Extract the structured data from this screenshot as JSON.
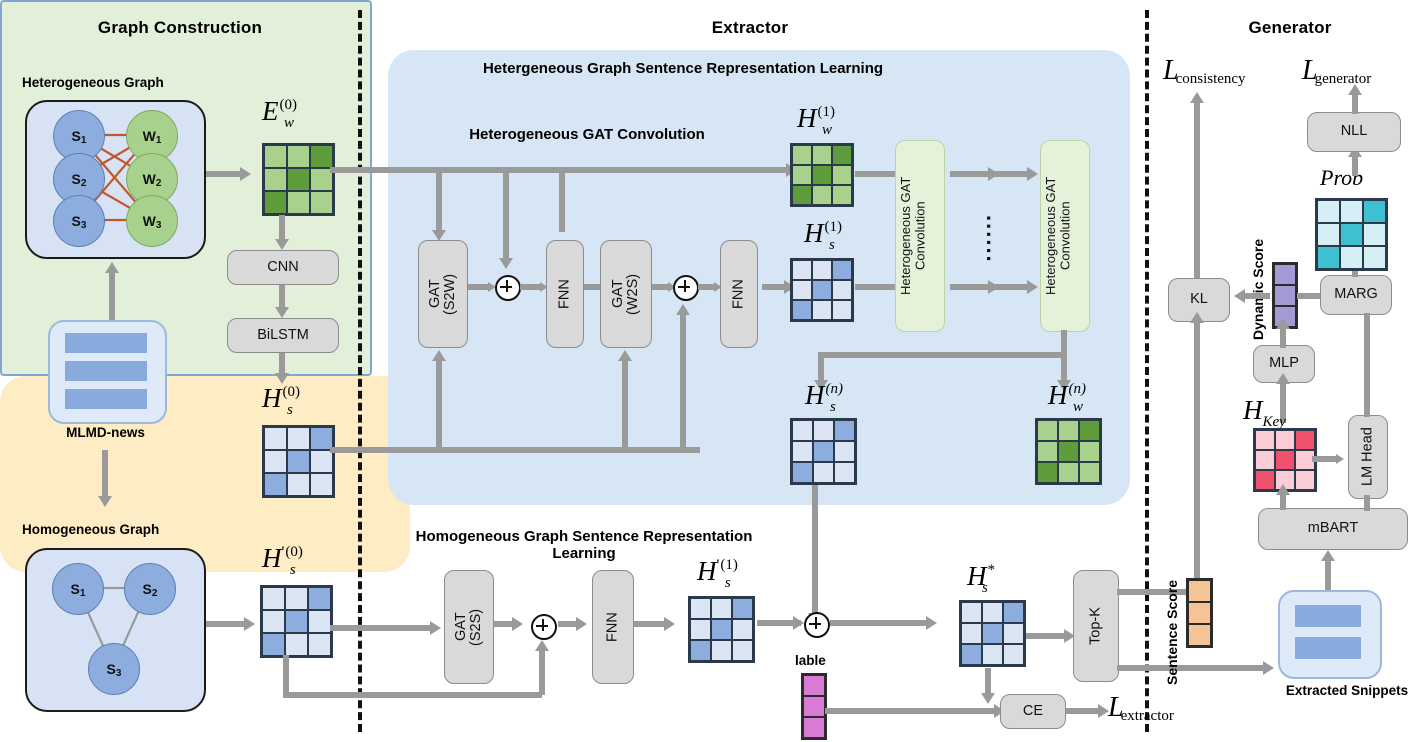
{
  "sections": {
    "graph_construction": "Graph Construction",
    "extractor": "Extractor",
    "generator": "Generator"
  },
  "graph_construction": {
    "heterogeneous_graph_label": "Heterogeneous Graph",
    "homogeneous_graph_label": "Homogeneous Graph",
    "dataset_label": "MLMD-news",
    "sentence_nodes": [
      "S1",
      "S2",
      "S3"
    ],
    "word_nodes": [
      "W1",
      "W2",
      "W3"
    ],
    "homo_nodes": [
      "S1",
      "S2",
      "S3"
    ],
    "cnn_box": "CNN",
    "bilstm_box": "BiLSTM",
    "matrix_Ew0": {
      "base": "E",
      "sub": "w",
      "sup": "(0)"
    },
    "matrix_Hs0": {
      "base": "H",
      "sub": "s",
      "sup": "(0)"
    },
    "matrix_Hs0_prime": {
      "base": "H",
      "sub": "s",
      "sup": "(0)",
      "prime": "'"
    }
  },
  "extractor": {
    "hetero_panel_title": "Hetergeneous Graph Sentence  Representation Learning",
    "hetero_gat_conv_title": "Heterogeneous GAT Convolution",
    "homo_panel_title": "Homogeneous Graph Sentence  Representation Learning",
    "boxes": {
      "gat_s2w": "GAT\n(S2W)",
      "gat_s2w_line1": "GAT",
      "gat_s2w_line2": "(S2W)",
      "fnn": "FNN",
      "gat_w2s_line1": "GAT",
      "gat_w2s_line2": "(W2S)",
      "gat_s2s_line1": "GAT",
      "gat_s2s_line2": "(S2S)",
      "hetero_gat_conv_stack": "Heterogeneous GAT Convolution",
      "topk": "Top-K",
      "ce": "CE"
    },
    "ellipsis": "......",
    "label_vector_caption": "lable",
    "matrices": {
      "Hw1": {
        "base": "H",
        "sub": "w",
        "sup": "(1)"
      },
      "Hs1": {
        "base": "H",
        "sub": "s",
        "sup": "(1)"
      },
      "Hsn": {
        "base": "H",
        "sub": "s",
        "sup": "(n)"
      },
      "Hwn": {
        "base": "H",
        "sub": "w",
        "sup": "(n)"
      },
      "Hs1_prime": {
        "base": "H",
        "sub": "s",
        "sup": "(1)",
        "prime": "'"
      },
      "Hs_star": {
        "base": "H",
        "sub": "s",
        "sup": "*"
      }
    },
    "loss_extractor": {
      "cal": "L",
      "sub": "extractor"
    }
  },
  "generator": {
    "boxes": {
      "kl": "KL",
      "mlp": "MLP",
      "marg": "MARG",
      "nll": "NLL",
      "lm_head": "LM Head",
      "mbart": "mBART"
    },
    "dynamic_score_label": "Dynamic Score",
    "sentence_score_label": "Sentence Score",
    "extracted_snippets_label": "Extracted Snippets",
    "prob_label": "Prob",
    "h_key_label": {
      "base": "H",
      "sub": "Key"
    },
    "loss_consistency": {
      "cal": "L",
      "sub": "consistency"
    },
    "loss_generator": {
      "cal": "L",
      "sub": "generator"
    }
  },
  "colors": {
    "green_light": "#a9d18e",
    "green_dark": "#5e9c3c",
    "blue_light": "#dbe5f3",
    "blue_mid": "#8cadde",
    "panel_blue": "#d7e6f5",
    "panel_green": "#e2efd9",
    "panel_yellow": "#fdecc4",
    "grey_box": "#d9d9d9",
    "arrow_grey": "#9a9a9a",
    "edge_orange": "#c0582a",
    "label_magenta": "#d97ad4",
    "sentence_score_orange": "#f6c396",
    "dynamic_score_purple": "#a39ad6",
    "prob_cyan_light": "#d4f0f4",
    "prob_cyan_dark": "#3fc0d0",
    "hkey_pink_light": "#fbcdd6",
    "hkey_pink_dark": "#f0526e"
  },
  "matrix_patterns": {
    "green": [
      "l",
      "l",
      "d",
      "l",
      "d",
      "l",
      "d",
      "l",
      "l"
    ],
    "blue": [
      "l",
      "l",
      "d",
      "l",
      "d",
      "l",
      "d",
      "l",
      "l"
    ],
    "cyan": [
      "l",
      "l",
      "d",
      "l",
      "d",
      "l",
      "d",
      "l",
      "l"
    ],
    "pink": [
      "l",
      "l",
      "d",
      "l",
      "d",
      "l",
      "d",
      "l",
      "l"
    ]
  }
}
